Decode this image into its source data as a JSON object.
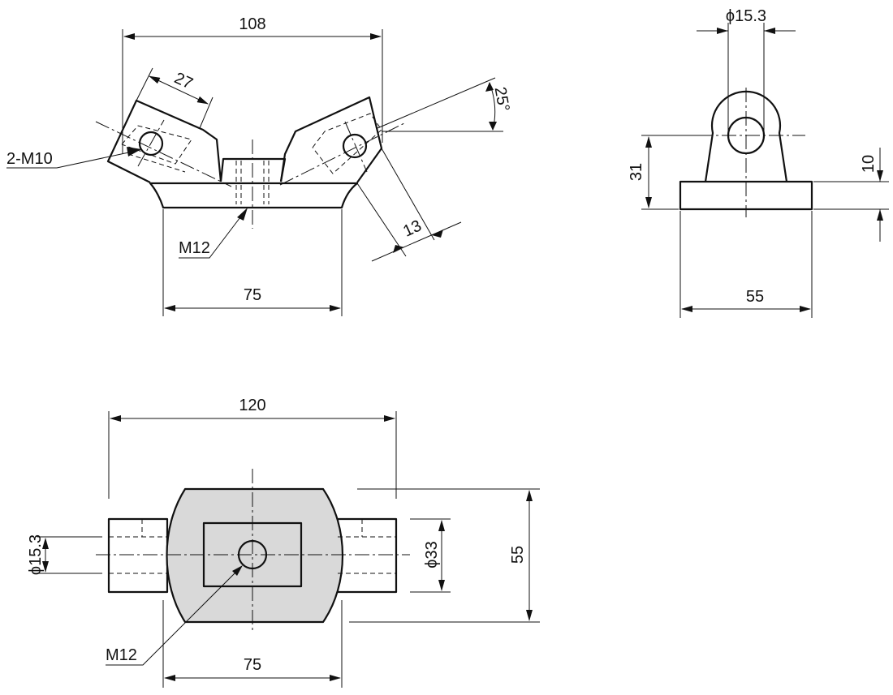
{
  "dims": {
    "front_top_width": "108",
    "front_hole_pitch": "27",
    "front_angle": "25°",
    "front_bottom_width": "75",
    "front_thickness": "13",
    "side_bore_dia": "ϕ15.3",
    "side_height": "31",
    "side_base_thick": "10",
    "side_width": "55",
    "top_total_width": "120",
    "top_base_width": "75",
    "top_depth": "55",
    "top_boss_dia": "ϕ33",
    "top_bore_dia": "ϕ15.3"
  },
  "callouts": {
    "side_tapped_holes": "2-M10",
    "center_thread_front": "M12",
    "center_thread_top": "M12"
  },
  "colors": {
    "line": "#111111",
    "fill_region": "#d9d9d9",
    "background": "#ffffff"
  }
}
